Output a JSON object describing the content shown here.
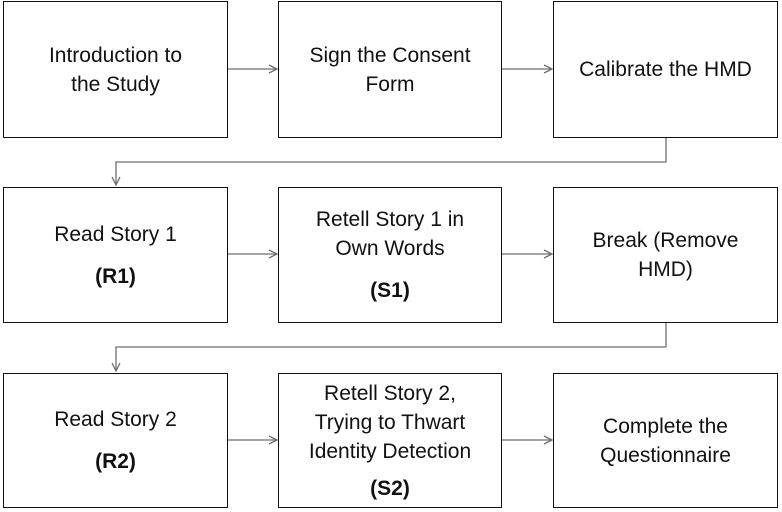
{
  "flow": {
    "row1": [
      {
        "label": "Introduction to\nthe Study"
      },
      {
        "label": "Sign the Consent\nForm"
      },
      {
        "label": "Calibrate the HMD"
      }
    ],
    "row2": [
      {
        "label": "Read Story 1",
        "code": "(R1)"
      },
      {
        "label": "Retell Story 1 in\nOwn Words",
        "code": "(S1)"
      },
      {
        "label": "Break (Remove\nHMD)"
      }
    ],
    "row3": [
      {
        "label": "Read Story 2",
        "code": "(R2)"
      },
      {
        "label": "Retell Story 2,\nTrying to Thwart\nIdentity Detection",
        "code": "(S2)"
      },
      {
        "label": "Complete the\nQuestionnaire"
      }
    ]
  },
  "colors": {
    "box_border": "#111111",
    "arrow": "#6f6f6f",
    "background": "#ffffff"
  }
}
